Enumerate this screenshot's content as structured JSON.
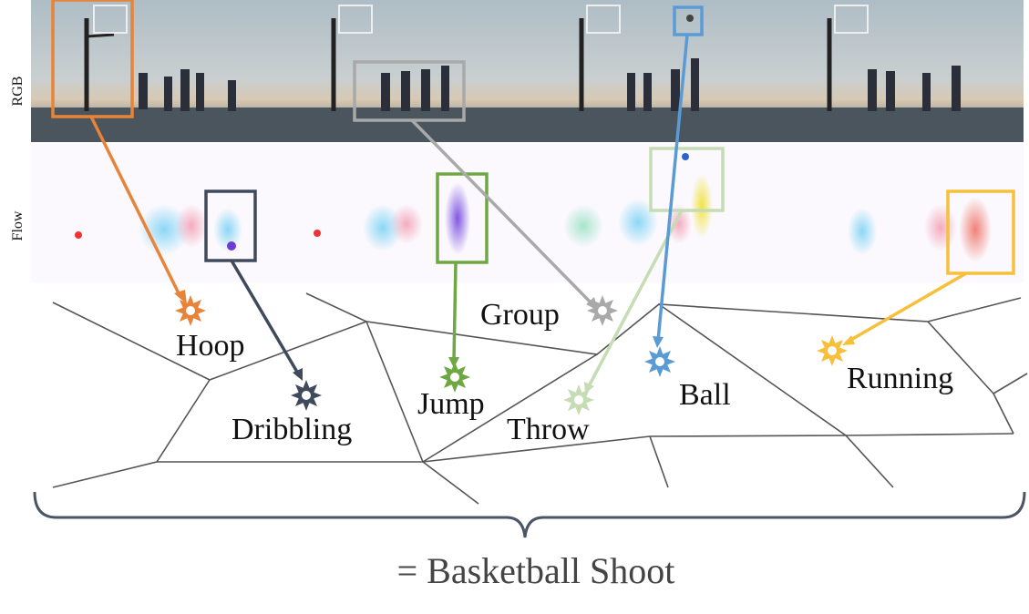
{
  "rows": {
    "rgb_label": "RGB",
    "flow_label": "Flow"
  },
  "concepts": [
    {
      "key": "hoop",
      "label": "Hoop",
      "color": "#e8833a"
    },
    {
      "key": "dribbling",
      "label": "Dribbling",
      "color": "#3f4a5c"
    },
    {
      "key": "jump",
      "label": "Jump",
      "color": "#6ea843"
    },
    {
      "key": "group",
      "label": "Group",
      "color": "#a9a9a9"
    },
    {
      "key": "throw",
      "label": "Throw",
      "color": "#c5dcb4"
    },
    {
      "key": "ball",
      "label": "Ball",
      "color": "#5b9bd5"
    },
    {
      "key": "running",
      "label": "Running",
      "color": "#f7bf3a"
    }
  ],
  "caption": "= Basketball Shoot",
  "colors": {
    "court_sky": "#b8c4cc",
    "court_floor": "#4e5860",
    "voronoi_edge": "#555555",
    "brace": "#4a5565"
  }
}
